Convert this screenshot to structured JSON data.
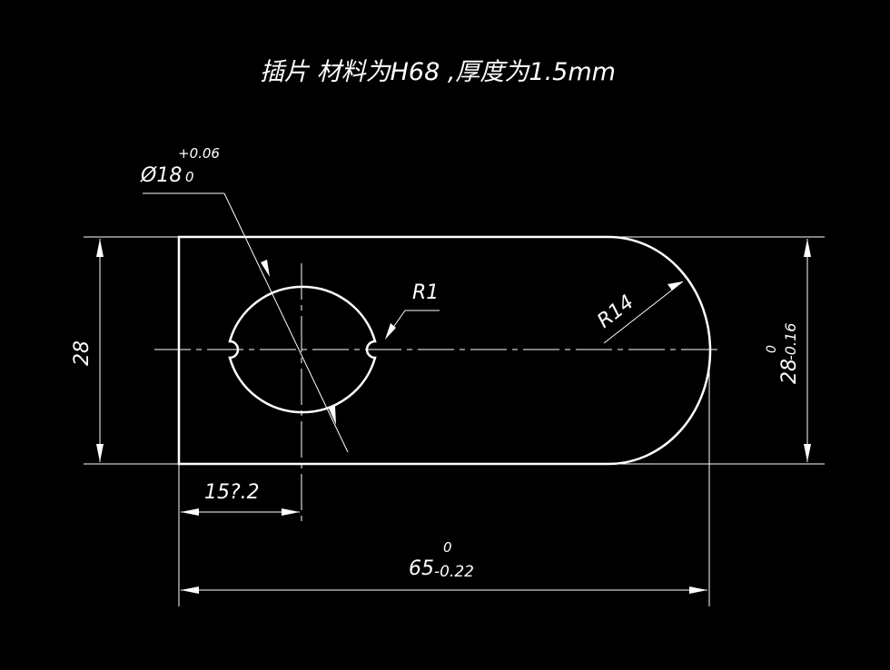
{
  "drawing": {
    "title": "插片   材料为H68 ,厚度为1.5mm",
    "background_color": "#000000",
    "line_color": "#ffffff",
    "dimensions": {
      "hole_diameter": "Ø18",
      "hole_tol_upper": "+0.06",
      "hole_tol_lower": "0",
      "notch_radius": "R1",
      "end_radius": "R14",
      "height_left": "28",
      "height_right": "28",
      "height_right_tol_upper": "0",
      "height_right_tol_lower": "-0.16",
      "hole_offset": "15?.2",
      "length": "65",
      "length_tol_upper": "0",
      "length_tol_lower": "-0.22"
    }
  }
}
